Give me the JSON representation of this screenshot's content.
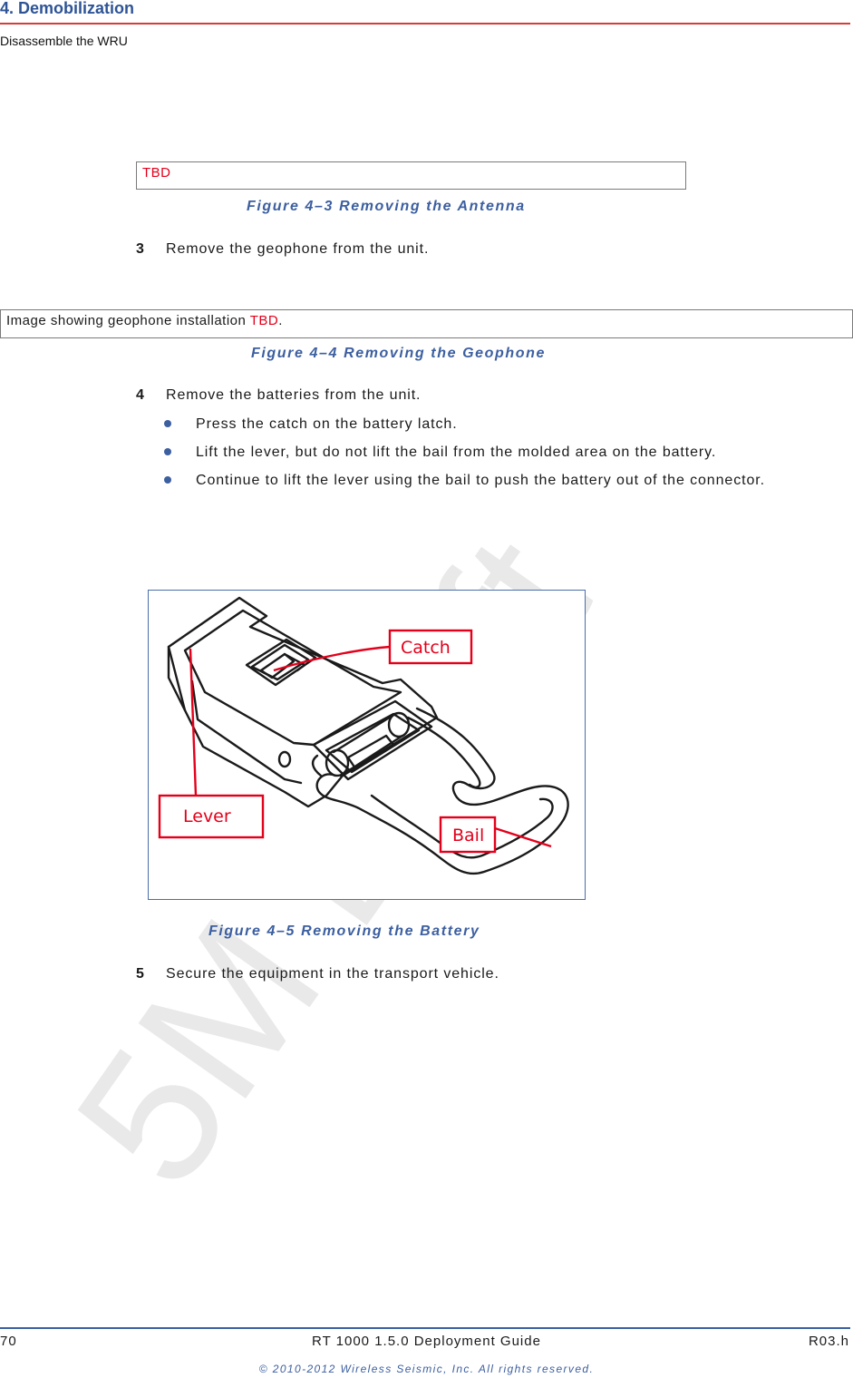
{
  "header": {
    "chapter_title": "4. Demobilization",
    "section": "Disassemble the WRU"
  },
  "figure3": {
    "box_text": "TBD",
    "caption": "Figure 4–3  Removing the Antenna"
  },
  "step3": {
    "num": "3",
    "text": "Remove the geophone from the unit."
  },
  "figure4": {
    "box_prefix": "Image showing geophone installation ",
    "box_tbd": "TBD",
    "box_suffix": ".",
    "caption": "Figure 4–4  Removing the Geophone"
  },
  "step4": {
    "num": "4",
    "text": "Remove the batteries from the unit.",
    "bullets": [
      "Press the catch on the battery latch.",
      "Lift the lever, but do not lift the bail from the molded area on the battery.",
      "Continue to lift the lever using the bail to push the battery out of the connector."
    ]
  },
  "figure5": {
    "labels": {
      "catch": "Catch",
      "lever": "Lever",
      "bail": "Bail"
    },
    "caption": "Figure 4–5  Removing the Battery"
  },
  "step5": {
    "num": "5",
    "text": "Secure the equipment in the transport vehicle."
  },
  "watermark": "5M Draft",
  "footer": {
    "page_number": "70",
    "doc_title": "RT 1000 1.5.0 Deployment Guide",
    "revision": "R03.h",
    "copyright": "© 2010-2012 Wireless Seismic, Inc. All rights reserved."
  },
  "colors": {
    "accent_blue": "#3c5fa0",
    "header_red": "#d83b3b",
    "callout_red": "#e3001b"
  }
}
